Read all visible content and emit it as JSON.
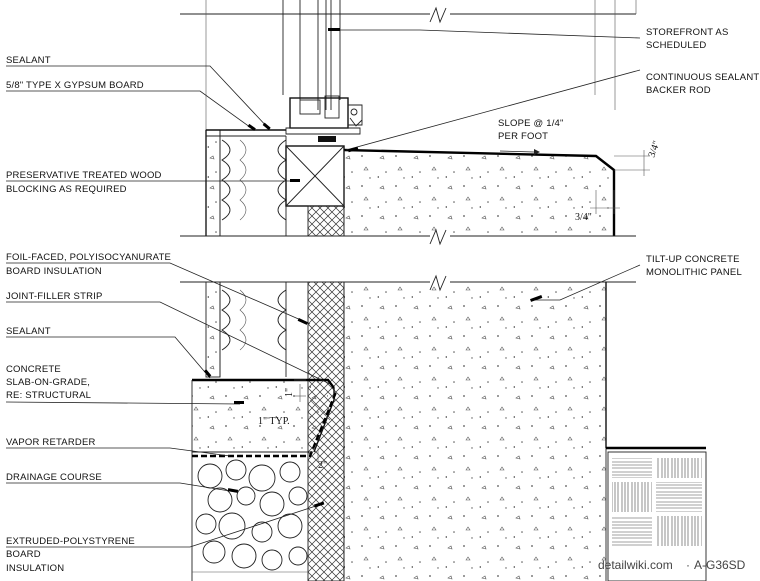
{
  "labels_left": {
    "sealant_top": "SEALANT",
    "gypsum": "5/8\" TYPE X GYPSUM BOARD",
    "blocking_1": "PRESERVATIVE TREATED WOOD",
    "blocking_2": "BLOCKING AS REQUIRED",
    "polyiso_1": "FOIL-FACED, POLYISOCYANURATE",
    "polyiso_2": "BOARD INSULATION",
    "joint_filler": "JOINT-FILLER STRIP",
    "sealant_bottom": "SEALANT",
    "slab_1": "CONCRETE",
    "slab_2": "SLAB-ON-GRADE,",
    "slab_3": "RE: STRUCTURAL",
    "vapor": "VAPOR RETARDER",
    "drainage": "DRAINAGE COURSE",
    "xps_1": "EXTRUDED-POLYSTYRENE",
    "xps_2": "BOARD",
    "xps_3": "INSULATION"
  },
  "labels_right": {
    "storefront_1": "STOREFRONT AS",
    "storefront_2": "SCHEDULED",
    "cont_sealant_1": "CONTINUOUS SEALANT &",
    "cont_sealant_2": "BACKER ROD",
    "slope_1": "SLOPE @ 1/4\"",
    "slope_2": "PER FOOT",
    "tiltup_1": "TILT-UP CONCRETE",
    "tiltup_2": "MONOLITHIC PANEL"
  },
  "dimensions": {
    "three_quarter_a": "3/4\"",
    "three_quarter_b": "3/4\"",
    "one_inch": "1\"",
    "one_typ": "1\" TYP.",
    "two_inch": "2\""
  },
  "watermark": {
    "site": "detailwiki.com",
    "code": "A-G36SD"
  },
  "colors": {
    "line": "#222222",
    "heavy": "#000000",
    "background": "#ffffff"
  }
}
